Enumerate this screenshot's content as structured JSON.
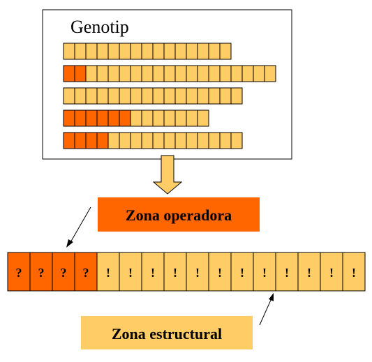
{
  "genotype_box": {
    "title": "Genotip",
    "rows": [
      {
        "cells": 15,
        "highlighted": 0
      },
      {
        "cells": 19,
        "highlighted": 2
      },
      {
        "cells": 16,
        "highlighted": 0
      },
      {
        "cells": 13,
        "highlighted": 6
      },
      {
        "cells": 16,
        "highlighted": 4
      }
    ]
  },
  "operator_zone": {
    "label": "Zona operadora"
  },
  "structural_zone": {
    "label": "Zona estructural"
  },
  "gene_strip": {
    "operator_symbol": "?",
    "structural_symbol": "!",
    "operator_count": 4,
    "structural_count": 12
  },
  "colors": {
    "operator": "#ff6600",
    "structural": "#ffcc66",
    "label_bg": "#ffcc66",
    "outline": "#000000"
  }
}
